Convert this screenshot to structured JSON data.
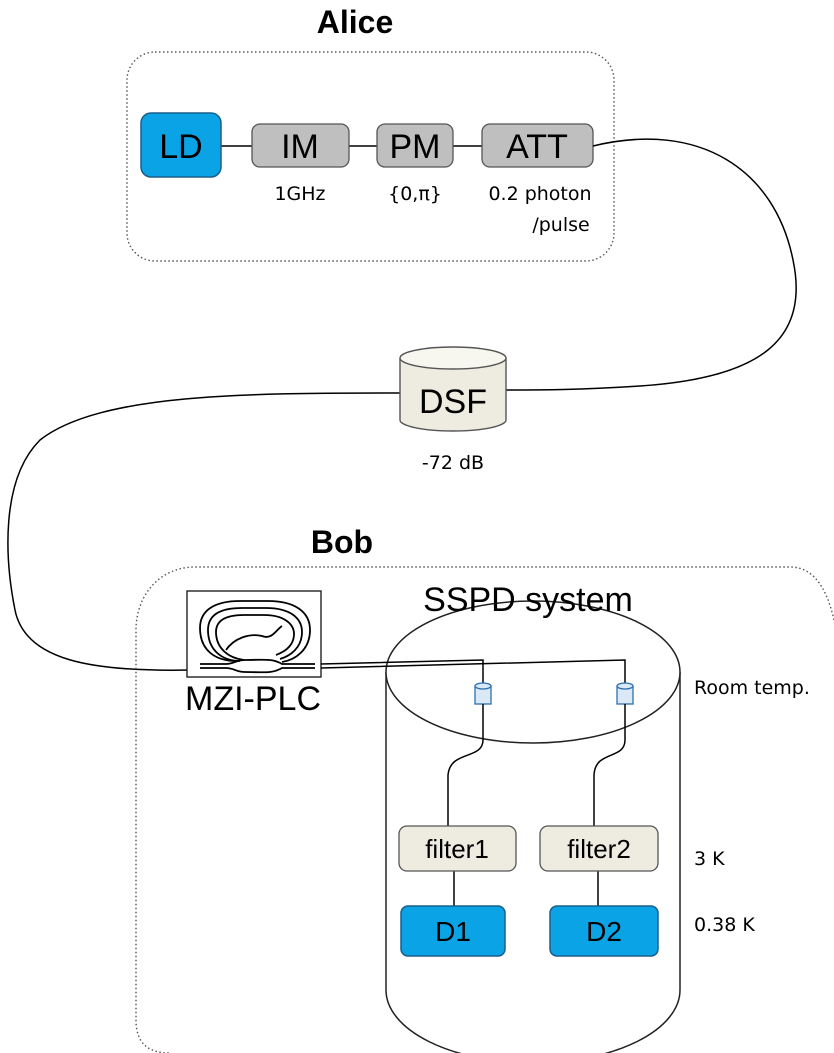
{
  "alice": {
    "title": "Alice",
    "ld_label": "LD",
    "im_label": "IM",
    "im_sub": "1GHz",
    "pm_label": "PM",
    "pm_sub": "{0,π}",
    "att_label": "ATT",
    "att_sub_1": "0.2 photon",
    "att_sub_2": "/pulse"
  },
  "fiber": {
    "dsf_label": "DSF",
    "loss_label": "-72 dB"
  },
  "bob": {
    "title": "Bob",
    "mzi_label": "MZI-PLC",
    "sspd_label": "SSPD system",
    "filter1_label": "filter1",
    "filter2_label": "filter2",
    "d1_label": "D1",
    "d2_label": "D2",
    "temp_room": "Room temp.",
    "temp_3k": "3 K",
    "temp_038k": "0.38 K"
  },
  "colors": {
    "detector_fill": "#0aa3e6",
    "component_fill": "#bfbfbf",
    "filter_fill": "#eeece1",
    "connector_fill": "#dbe8f6",
    "connector_stroke": "#2c6fb0"
  }
}
